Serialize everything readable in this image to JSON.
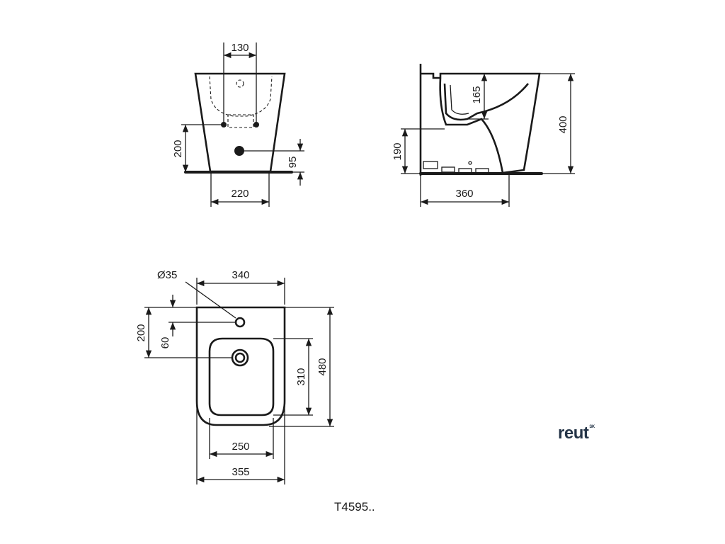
{
  "front_view": {
    "dim_top_width": "130",
    "dim_height": "200",
    "dim_waste_height": "95",
    "dim_base_width": "220"
  },
  "side_view": {
    "dim_bowl_depth": "165",
    "dim_total_height": "400",
    "dim_inlet_height": "190",
    "dim_depth": "360"
  },
  "top_view": {
    "dim_hole_diameter": "Ø35",
    "dim_top_width": "340",
    "dim_hole_offset": "200",
    "dim_hole_inset": "60",
    "dim_bowl_length": "310",
    "dim_total_length": "480",
    "dim_bowl_width": "250",
    "dim_total_width": "355"
  },
  "model_code": "T4595..",
  "logo": {
    "text": "reut",
    "superscript": "SK",
    "color": "#243447"
  }
}
